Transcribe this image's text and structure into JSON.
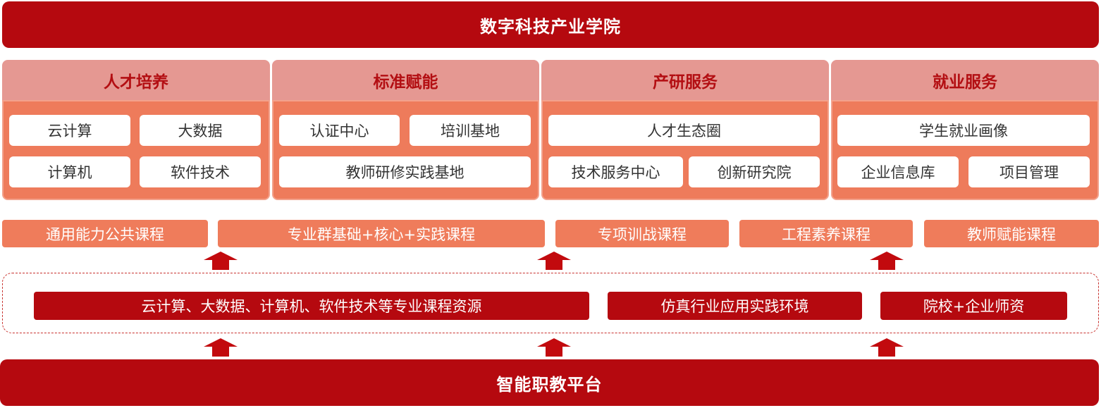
{
  "top_banner": "数字科技产业学院",
  "bottom_banner": "智能职教平台",
  "pillars": [
    {
      "title": "人才培养",
      "items": [
        "云计算",
        "大数据",
        "计算机",
        "软件技术"
      ]
    },
    {
      "title": "标准赋能",
      "items": [
        "认证中心",
        "培训基地",
        "教师研修实践基地"
      ]
    },
    {
      "title": "产研服务",
      "items": [
        "人才生态圈",
        "技术服务中心",
        "创新研究院"
      ]
    },
    {
      "title": "就业服务",
      "items": [
        "学生就业画像",
        "企业信息库",
        "项目管理"
      ]
    }
  ],
  "courses": [
    "通用能力公共课程",
    "专业群基础+核心+实践课程",
    "专项训战课程",
    "工程素养课程",
    "教师赋能课程"
  ],
  "resources": [
    "云计算、大数据、计算机、软件技术等专业课程资源",
    "仿真行业应用实践环境",
    "院校+企业师资"
  ],
  "colors": {
    "dark_red": "#b5090f",
    "pillar_header": "#e59892",
    "pillar_body": "#ee7b5b",
    "course_box": "#ef7c5b",
    "arrow": "#c20a0e"
  }
}
